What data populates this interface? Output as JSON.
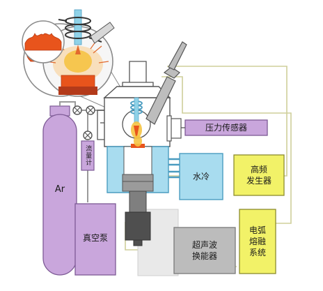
{
  "labels": {
    "ar": "Ar",
    "pressure_sensor": "压力传感器",
    "water_cooling": "水冷",
    "hf_generator": "高频\n发生器",
    "flowmeter": "流量计",
    "vacuum_pump": "真空泵",
    "ultrasonic_transducer": "超声波\n换能器",
    "arc_melting_system": "电弧\n熔融\n系统"
  },
  "colors": {
    "purple": "#c9a6dc",
    "purple_stroke": "#7d5a95",
    "water": "#a8dcef",
    "water_stroke": "#4a9cc0",
    "yellow": "#f2f268",
    "yellow_stroke": "#8b8b2e",
    "gray_box": "#bcbcbc",
    "cable": "#d8d7a6",
    "melt": "#e8541c",
    "flame": "#f5c342"
  }
}
